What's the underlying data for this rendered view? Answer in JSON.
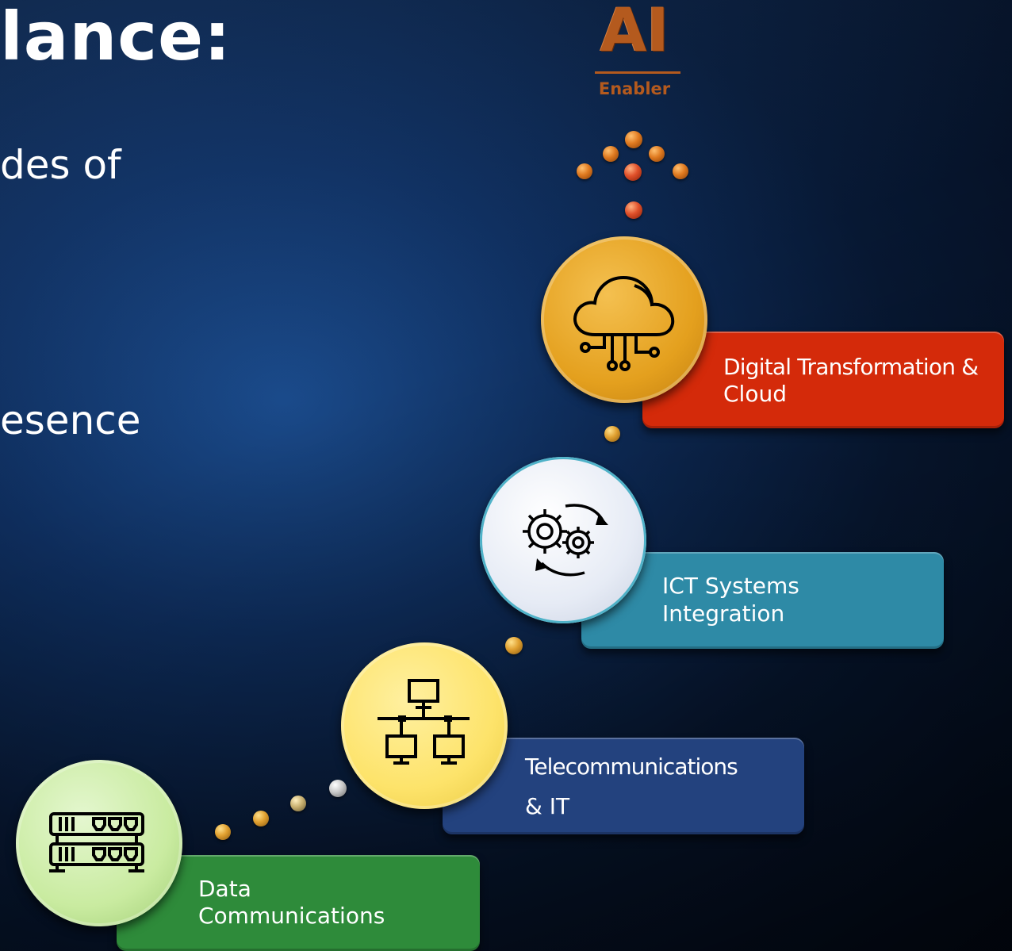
{
  "heading": "lance:",
  "text_line_1": "des of",
  "text_line_2": "esence",
  "logo": {
    "letters": "AI",
    "sub": "Enabler",
    "color": "#b45a1e"
  },
  "steps": [
    {
      "label_line1": "Data",
      "label_line2": "Communications",
      "color": "#2e8b3a",
      "circle_color": "#c9eba0",
      "icon": "network-switch-icon"
    },
    {
      "label_line1": "Telecommunications",
      "label_line2": "& IT",
      "color": "#23427e",
      "circle_color": "#fde36a",
      "icon": "network-topology-icon"
    },
    {
      "label_line1": "ICT Systems",
      "label_line2": "Integration",
      "color": "#2e8aa6",
      "circle_color": "#e6ebf5",
      "icon": "gears-cycle-icon"
    },
    {
      "label_line1": "Digital Transformation &",
      "label_line2": "Cloud",
      "color": "#d42a0a",
      "circle_color": "#e4a01e",
      "icon": "cloud-network-icon"
    }
  ]
}
